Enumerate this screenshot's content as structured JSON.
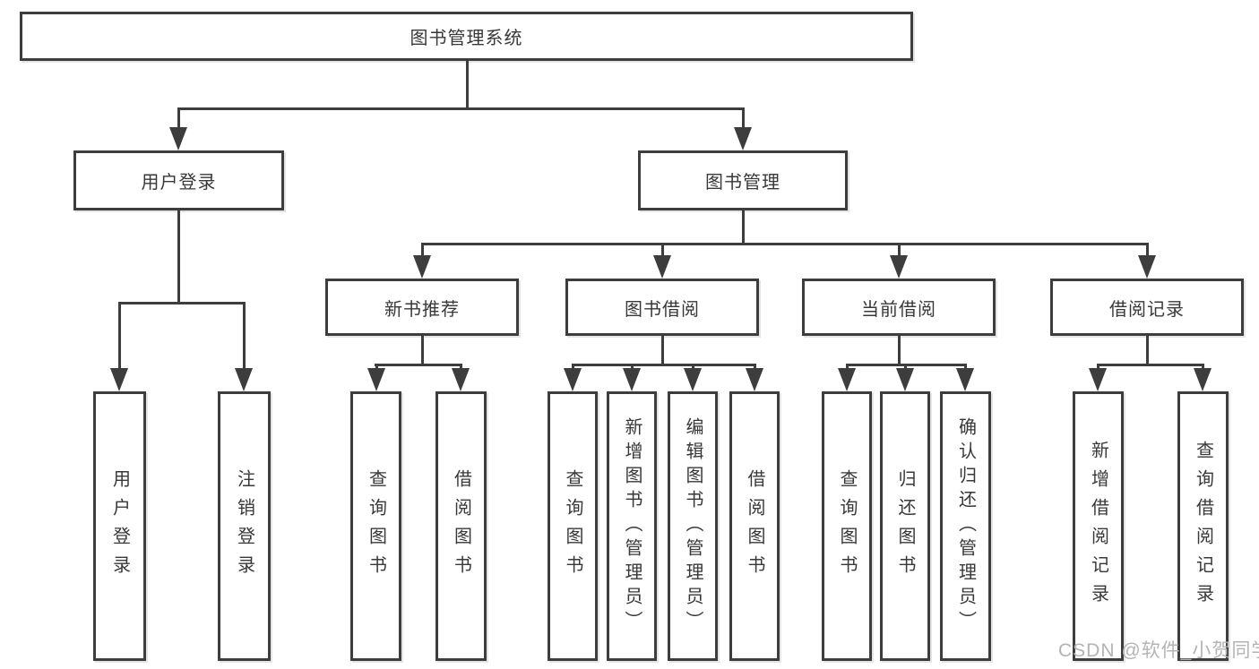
{
  "diagram": {
    "type": "tree",
    "root": {
      "label": "图书管理系统"
    },
    "level2": [
      {
        "label": "用户登录",
        "children": [
          "用户登录",
          "注销登录"
        ]
      },
      {
        "label": "图书管理",
        "children": [
          {
            "label": "新书推荐",
            "children": [
              "查询图书",
              "借阅图书"
            ]
          },
          {
            "label": "图书借阅",
            "children": [
              "查询图书",
              "新增图书（管理员）",
              "编辑图书（管理员）",
              "借阅图书"
            ]
          },
          {
            "label": "当前借阅",
            "children": [
              "查询图书",
              "归还图书",
              "确认归还（管理员）"
            ]
          },
          {
            "label": "借阅记录",
            "children": [
              "新增借阅记录",
              "查询借阅记录"
            ]
          }
        ]
      }
    ]
  },
  "watermark": {
    "text": "CSDN @软件_小贺同学"
  },
  "colors": {
    "line": "#3d3d3d",
    "text": "#383838",
    "background": "#ffffff",
    "watermark": "#b5b3b3"
  }
}
